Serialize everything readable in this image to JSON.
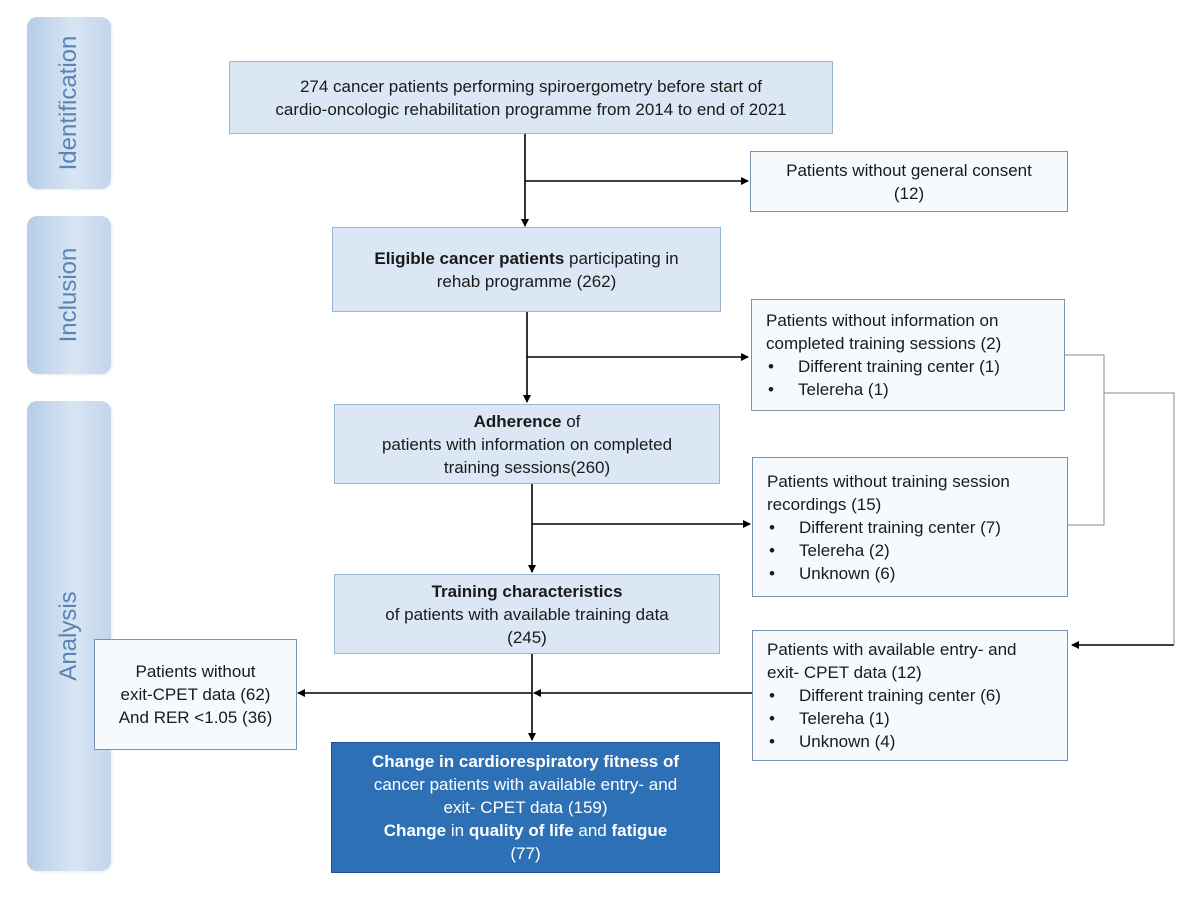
{
  "phases": {
    "identification": "Identification",
    "inclusion": "Inclusion",
    "analysis": "Analysis"
  },
  "boxes": {
    "start": {
      "line1": "274 cancer patients performing spiroergometry before start of",
      "line2": "cardio-oncologic rehabilitation programme from 2014 to end of 2021"
    },
    "no_consent": {
      "line1": "Patients without general consent",
      "line2": "(12)"
    },
    "eligible": {
      "bold": "Eligible  cancer patients",
      "line1_rest": " participating in",
      "line2": "rehab programme (262)"
    },
    "no_info": {
      "line1": "Patients without information on",
      "line2": "completed training sessions (2)",
      "bullets": [
        "Different training center (1)",
        "Telereha (1)"
      ]
    },
    "adherence": {
      "bold": "Adherence",
      "line1_rest": " of",
      "line2": "patients with information on completed",
      "line3": "training sessions(260)"
    },
    "no_recordings": {
      "line1": "Patients without training session",
      "line2": "recordings (15)",
      "bullets": [
        "Different training center (7)",
        "Telereha (2)",
        "Unknown (6)"
      ]
    },
    "training": {
      "bold": "Training characteristics",
      "line2": "of patients with available training data",
      "line3": "(245)"
    },
    "available_cpet": {
      "line1": "Patients with available entry- and",
      "line2": "exit- CPET data (12)",
      "bullets": [
        "Different training center (6)",
        "Telereha (1)",
        "Unknown (4)"
      ]
    },
    "no_exit": {
      "line1": "Patients without",
      "line2": "exit-CPET data (62)",
      "line3": "And RER <1.05 (36)"
    },
    "final": {
      "bold1": "Change in cardiorespiratory fitness of",
      "line2": "cancer patients with available entry- and",
      "line3": "exit- CPET data (159)",
      "bold2a": "Change",
      "mid_a": " in ",
      "bold2b": "quality of life",
      "mid_b": " and ",
      "bold2c": "fatigue",
      "line5": "(77)"
    }
  },
  "colors": {
    "phase_fill": "#d8e5f3",
    "phase_text": "#5a83b8",
    "main_fill": "#dbe7f4",
    "final_fill": "#2e70b6",
    "arrow": "#000000",
    "side_connector": "#8a8a8a"
  }
}
